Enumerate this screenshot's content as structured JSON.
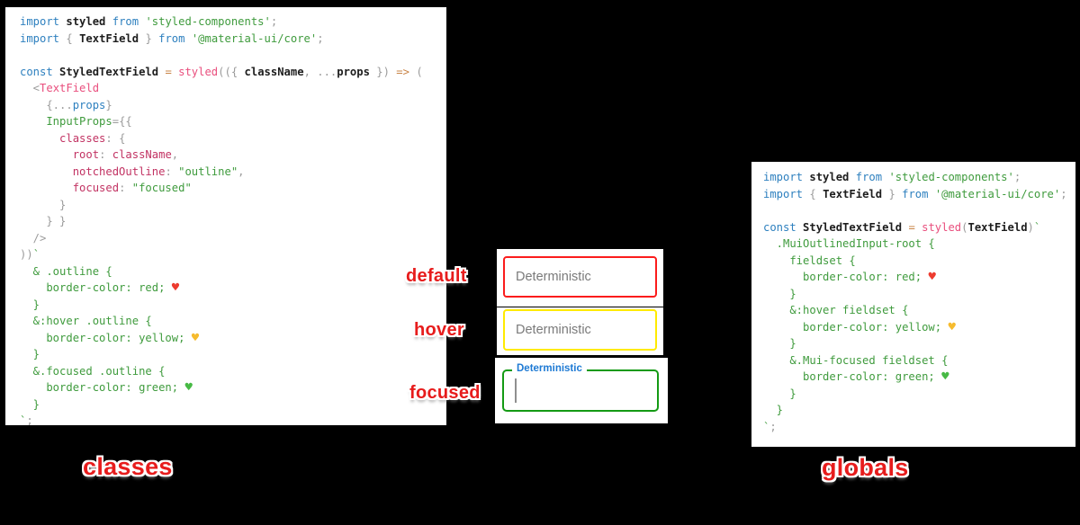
{
  "labels": {
    "default": "default",
    "hover": "hover",
    "focused": "focused",
    "classes": "classes",
    "globals": "globals"
  },
  "fields": {
    "default": {
      "value": "Deterministic",
      "border_color": "#fb1c1c"
    },
    "hover": {
      "value": "Deterministic",
      "border_color": "#ffeb00"
    },
    "focused": {
      "label": "Deterministic",
      "border_color": "#149a14",
      "label_color": "#1e7ad4"
    }
  },
  "colors": {
    "background": "#000000",
    "code_keyword": "#2e80bf",
    "code_string": "#3f9b3d",
    "code_function_pink": "#e94f7e",
    "code_property_crimson": "#c23363",
    "code_punctuation": "#9b9b9b",
    "code_operator": "#c98447",
    "annotation_red": "#e71c1c",
    "heart_red": "#ed3b2f",
    "heart_yellow": "#f6bb2e",
    "heart_green": "#47ba45"
  },
  "icons": {
    "red_heart": "red-heart-icon",
    "yellow_heart": "yellow-heart-icon",
    "green_heart": "green-heart-icon"
  },
  "code_blocks": {
    "classes": {
      "lines": [
        [
          [
            "k",
            "import "
          ],
          [
            "i",
            "styled "
          ],
          [
            "k",
            "from "
          ],
          [
            "s",
            "'styled-components'"
          ],
          [
            "pu",
            ";"
          ]
        ],
        [
          [
            "k",
            "import "
          ],
          [
            "pu",
            "{ "
          ],
          [
            "i",
            "TextField "
          ],
          [
            "pu",
            "} "
          ],
          [
            "k",
            "from "
          ],
          [
            "s",
            "'@material-ui/core'"
          ],
          [
            "pu",
            ";"
          ]
        ],
        [],
        [
          [
            "k",
            "const "
          ],
          [
            "i",
            "StyledTextField "
          ],
          [
            "o",
            "= "
          ],
          [
            "pk",
            "styled"
          ],
          [
            "pu",
            "(({ "
          ],
          [
            "i",
            "className"
          ],
          [
            "pu",
            ", ..."
          ],
          [
            "i",
            "props"
          ],
          [
            "pu",
            " }) "
          ],
          [
            "o",
            "=> "
          ],
          [
            "pu",
            "("
          ]
        ],
        [
          [
            "pu",
            "  <"
          ],
          [
            "pk",
            "TextField"
          ]
        ],
        [
          [
            "pu",
            "    {..."
          ],
          [
            "b",
            "props"
          ],
          [
            "pu",
            "}"
          ]
        ],
        [
          [
            "s",
            "    InputProps"
          ],
          [
            "pu",
            "={{"
          ]
        ],
        [
          [
            "cr",
            "      classes"
          ],
          [
            "pu",
            ": {"
          ]
        ],
        [
          [
            "cr",
            "        root"
          ],
          [
            "pu",
            ": "
          ],
          [
            "cr",
            "className"
          ],
          [
            "pu",
            ","
          ]
        ],
        [
          [
            "cr",
            "        notchedOutline"
          ],
          [
            "pu",
            ": "
          ],
          [
            "s",
            "\"outline\""
          ],
          [
            "pu",
            ","
          ]
        ],
        [
          [
            "cr",
            "        focused"
          ],
          [
            "pu",
            ": "
          ],
          [
            "s",
            "\"focused\""
          ]
        ],
        [
          [
            "pu",
            "      }"
          ]
        ],
        [
          [
            "pu",
            "    } }"
          ]
        ],
        [
          [
            "pu",
            "  />"
          ]
        ],
        [
          [
            "pu",
            "))"
          ],
          [
            "s",
            "`"
          ]
        ],
        [
          [
            "s",
            "  & .outline {"
          ]
        ],
        [
          [
            "s",
            "    border-color: red; "
          ],
          [
            "hr",
            "♥"
          ]
        ],
        [
          [
            "s",
            "  }"
          ]
        ],
        [
          [
            "s",
            "  &:hover .outline {"
          ]
        ],
        [
          [
            "s",
            "    border-color: yellow; "
          ],
          [
            "hy",
            "♥"
          ]
        ],
        [
          [
            "s",
            "  }"
          ]
        ],
        [
          [
            "s",
            "  &.focused .outline {"
          ]
        ],
        [
          [
            "s",
            "    border-color: green; "
          ],
          [
            "hg",
            "♥"
          ]
        ],
        [
          [
            "s",
            "  }"
          ]
        ],
        [
          [
            "s",
            "`"
          ],
          [
            "pu",
            ";"
          ]
        ]
      ]
    },
    "globals": {
      "lines": [
        [
          [
            "k",
            "import "
          ],
          [
            "i",
            "styled "
          ],
          [
            "k",
            "from "
          ],
          [
            "s",
            "'styled-components'"
          ],
          [
            "pu",
            ";"
          ]
        ],
        [
          [
            "k",
            "import "
          ],
          [
            "pu",
            "{ "
          ],
          [
            "i",
            "TextField "
          ],
          [
            "pu",
            "} "
          ],
          [
            "k",
            "from "
          ],
          [
            "s",
            "'@material-ui/core'"
          ],
          [
            "pu",
            ";"
          ]
        ],
        [],
        [
          [
            "k",
            "const "
          ],
          [
            "i",
            "StyledTextField "
          ],
          [
            "o",
            "= "
          ],
          [
            "pk",
            "styled"
          ],
          [
            "pu",
            "("
          ],
          [
            "i",
            "TextField"
          ],
          [
            "pu",
            ")"
          ],
          [
            "s",
            "`"
          ]
        ],
        [
          [
            "s",
            "  .MuiOutlinedInput-root {"
          ]
        ],
        [
          [
            "s",
            "    fieldset {"
          ]
        ],
        [
          [
            "s",
            "      border-color: red; "
          ],
          [
            "hr",
            "♥"
          ]
        ],
        [
          [
            "s",
            "    }"
          ]
        ],
        [
          [
            "s",
            "    &:hover fieldset {"
          ]
        ],
        [
          [
            "s",
            "      border-color: yellow; "
          ],
          [
            "hy",
            "♥"
          ]
        ],
        [
          [
            "s",
            "    }"
          ]
        ],
        [
          [
            "s",
            "    &.Mui-focused fieldset {"
          ]
        ],
        [
          [
            "s",
            "      border-color: green; "
          ],
          [
            "hg",
            "♥"
          ]
        ],
        [
          [
            "s",
            "    }"
          ]
        ],
        [
          [
            "s",
            "  }"
          ]
        ],
        [
          [
            "s",
            "`"
          ],
          [
            "pu",
            ";"
          ]
        ]
      ]
    }
  }
}
